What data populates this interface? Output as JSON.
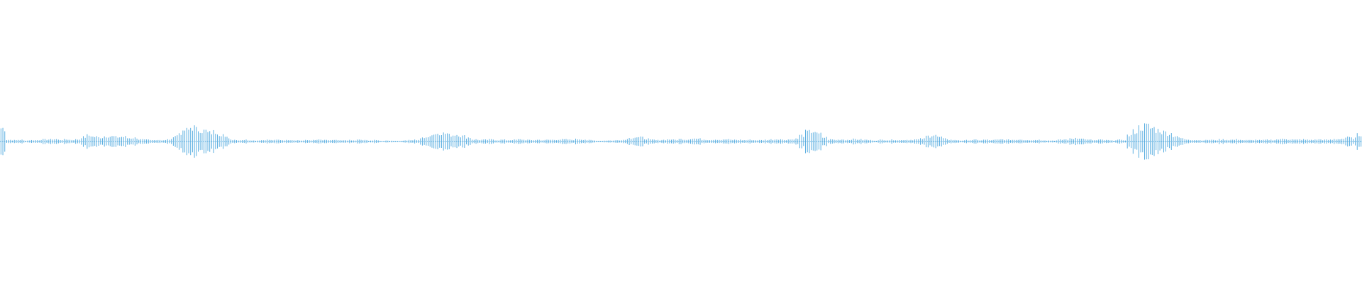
{
  "chart_data": {
    "type": "area",
    "title": "",
    "xlabel": "",
    "ylabel": "",
    "ylim": [
      -1,
      1
    ],
    "grid": false,
    "legend": "none",
    "color": "#5aaee0",
    "series": [
      {
        "values": [
          0.4,
          0.05,
          0.04,
          0.05,
          0.03,
          0.04,
          0.04,
          0.06,
          0.06,
          0.07,
          0.05,
          0.06,
          0.05,
          0.06,
          0.13,
          0.18,
          0.14,
          0.12,
          0.16,
          0.15,
          0.13,
          0.14,
          0.1,
          0.11,
          0.06,
          0.05,
          0.04,
          0.05,
          0.04,
          0.06,
          0.18,
          0.26,
          0.34,
          0.42,
          0.36,
          0.32,
          0.26,
          0.29,
          0.22,
          0.12,
          0.06,
          0.04,
          0.05,
          0.04,
          0.03,
          0.04,
          0.05,
          0.04,
          0.05,
          0.04,
          0.05,
          0.04,
          0.03,
          0.04,
          0.04,
          0.05,
          0.04,
          0.04,
          0.04,
          0.03,
          0.04,
          0.03,
          0.05,
          0.04,
          0.03,
          0.04,
          0.02,
          0.03,
          0.02,
          0.02,
          0.03,
          0.04,
          0.05,
          0.1,
          0.16,
          0.22,
          0.26,
          0.24,
          0.19,
          0.21,
          0.16,
          0.12,
          0.06,
          0.05,
          0.05,
          0.06,
          0.04,
          0.05,
          0.04,
          0.05,
          0.06,
          0.05,
          0.04,
          0.05,
          0.04,
          0.05,
          0.05,
          0.06,
          0.06,
          0.05,
          0.07,
          0.06,
          0.04,
          0.03,
          0.02,
          0.03,
          0.03,
          0.04,
          0.05,
          0.1,
          0.13,
          0.12,
          0.08,
          0.05,
          0.04,
          0.05,
          0.06,
          0.05,
          0.07,
          0.06,
          0.09,
          0.08,
          0.06,
          0.05,
          0.06,
          0.05,
          0.06,
          0.05,
          0.05,
          0.04,
          0.05,
          0.04,
          0.04,
          0.05,
          0.06,
          0.07,
          0.05,
          0.06,
          0.08,
          0.18,
          0.28,
          0.31,
          0.22,
          0.12,
          0.06,
          0.05,
          0.06,
          0.05,
          0.07,
          0.06,
          0.05,
          0.04,
          0.03,
          0.05,
          0.04,
          0.05,
          0.04,
          0.05,
          0.05,
          0.06,
          0.08,
          0.16,
          0.2,
          0.13,
          0.08,
          0.05,
          0.04,
          0.03,
          0.04,
          0.05,
          0.04,
          0.05,
          0.04,
          0.05,
          0.06,
          0.05,
          0.05,
          0.06,
          0.05,
          0.04,
          0.05,
          0.04,
          0.03,
          0.03,
          0.05,
          0.06,
          0.08,
          0.11,
          0.08,
          0.05,
          0.04,
          0.05,
          0.04,
          0.03,
          0.05,
          0.04,
          0.18,
          0.3,
          0.42,
          0.46,
          0.4,
          0.34,
          0.28,
          0.24,
          0.17,
          0.1,
          0.06,
          0.05,
          0.04,
          0.04,
          0.05,
          0.04,
          0.06,
          0.05,
          0.05,
          0.06,
          0.04,
          0.04,
          0.05,
          0.04,
          0.05,
          0.05,
          0.06,
          0.08,
          0.06,
          0.05,
          0.06,
          0.05,
          0.05,
          0.06,
          0.05,
          0.05,
          0.07,
          0.08,
          0.12,
          0.1,
          0.2
        ]
      }
    ]
  }
}
